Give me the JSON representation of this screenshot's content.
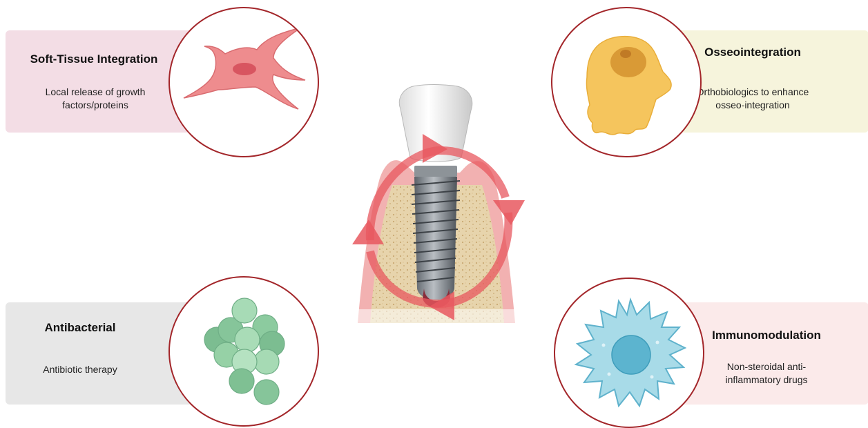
{
  "panels": {
    "soft_tissue": {
      "title": "Soft-Tissue Integration",
      "desc_line1": "Local release of growth",
      "desc_line2": "factors/proteins",
      "color": "#f3dde5"
    },
    "osseo": {
      "title": "Osseointegration",
      "desc_line1": "Orthobiologics to enhance",
      "desc_line2": "osseo-integration",
      "color": "#f6f4dc"
    },
    "antibacterial": {
      "title": "Antibacterial",
      "desc_line1": "Antibiotic therapy",
      "color": "#e7e7e7"
    },
    "immuno": {
      "title": "Immunomodulation",
      "desc_line1": "Non-steroidal anti-",
      "desc_line2": "inflammatory drugs",
      "color": "#fbeaea"
    }
  },
  "icons": {
    "fibroblast": "fibroblast-cell-icon",
    "osteoblast": "osteoblast-cell-icon",
    "bacteria": "bacteria-cluster-icon",
    "immune": "immune-cell-icon",
    "implant": "dental-implant-illustration"
  },
  "colors": {
    "circle_border": "#a3262a",
    "arrow": "#e8585f"
  }
}
